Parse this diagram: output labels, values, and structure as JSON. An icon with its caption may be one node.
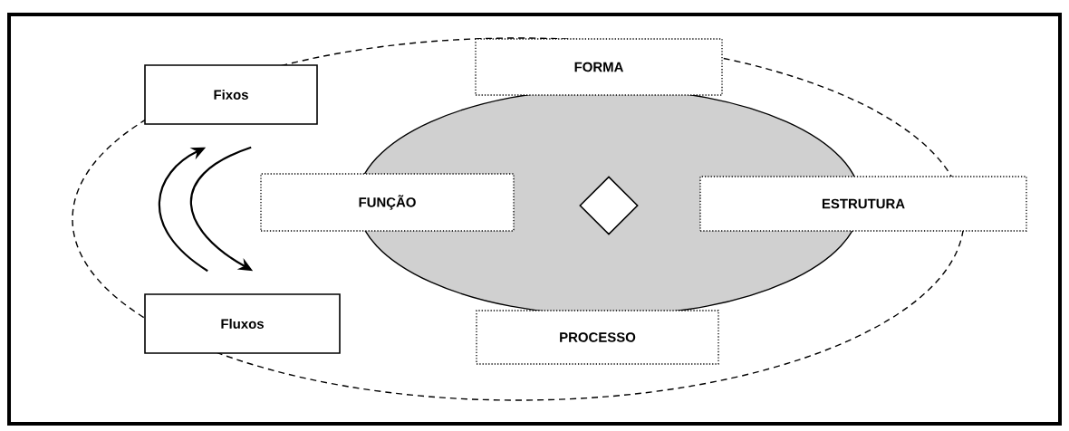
{
  "diagram": {
    "nodes": [
      {
        "text": [
          "Fixos"
        ]
      },
      {
        "text": [
          "FORMA"
        ]
      },
      {
        "text": [
          "FUNÇÃO"
        ]
      },
      {
        "text": [],
        "shape": "diamond"
      },
      {
        "text": [
          "ESTRUTURA"
        ]
      },
      {
        "text": [
          "Fluxos"
        ]
      },
      {
        "text": [
          "PROCESSO"
        ]
      }
    ],
    "edges": [
      {
        "from": 5,
        "to": 0,
        "arrow": "to"
      },
      {
        "from": 0,
        "to": 5,
        "arrow": "to"
      }
    ]
  }
}
